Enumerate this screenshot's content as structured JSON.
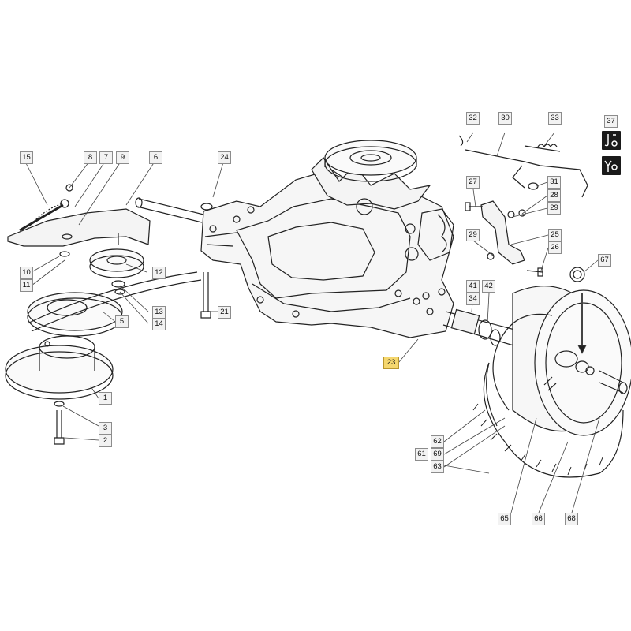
{
  "labels": {
    "l1": "1",
    "l2": "2",
    "l3": "3",
    "l5": "5",
    "l6": "6",
    "l7": "7",
    "l8": "8",
    "l9": "9",
    "l10": "10",
    "l11": "11",
    "l12": "12",
    "l13": "13",
    "l14": "14",
    "l15": "15",
    "l21": "21",
    "l23": "23",
    "l24": "24",
    "l25": "25",
    "l26": "26",
    "l27": "27",
    "l28": "28",
    "l29a": "29",
    "l29b": "29",
    "l30": "30",
    "l31": "31",
    "l32": "32",
    "l33": "33",
    "l34": "34",
    "l37": "37",
    "l41": "41",
    "l42": "42",
    "l61": "61",
    "l62": "62",
    "l63": "63",
    "l65": "65",
    "l66": "66",
    "l67": "67",
    "l68": "68",
    "l69": "69"
  },
  "highlighted_part": "23",
  "colors": {
    "highlight": "#f5d76e",
    "label_bg": "#f2f2f2",
    "line": "#222222"
  },
  "icons": [
    "assembly-icon-1",
    "assembly-icon-2"
  ]
}
